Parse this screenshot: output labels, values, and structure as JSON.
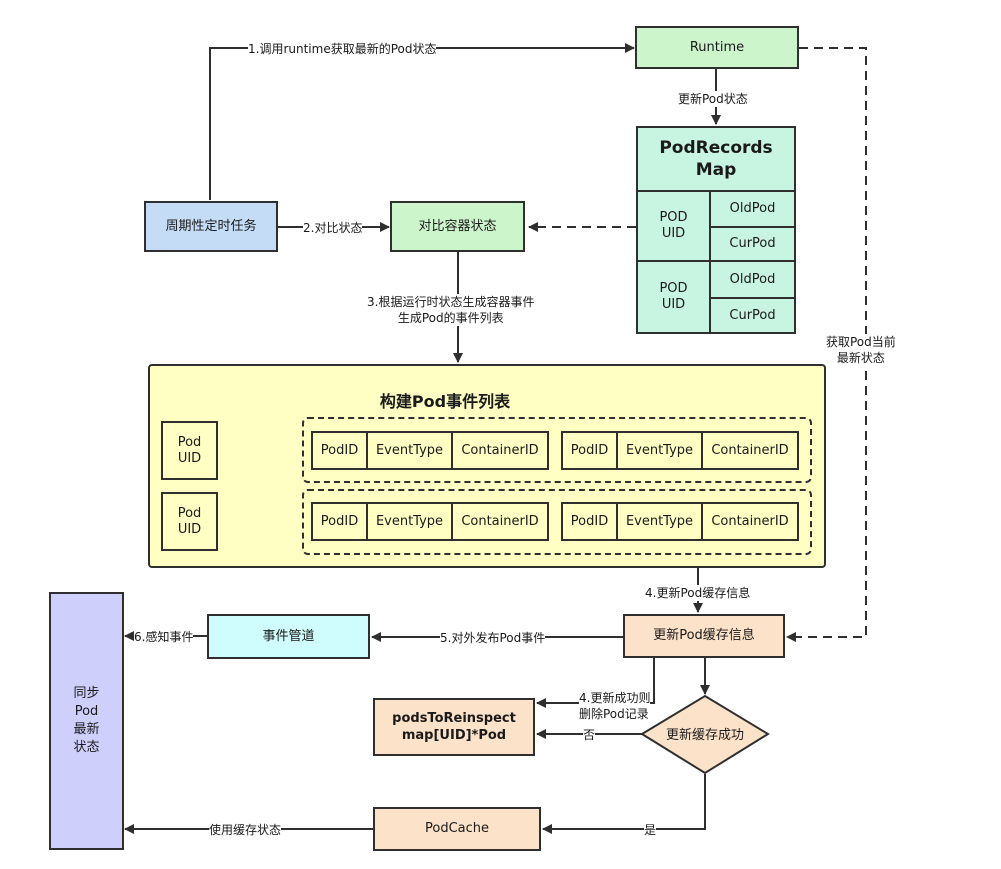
{
  "nodes": {
    "runtime": "Runtime",
    "podrecords_title": "PodRecords\nMap",
    "pod_uid": "POD\nUID",
    "old_pod": "OldPod",
    "cur_pod": "CurPod",
    "periodic_task": "周期性定时任务",
    "compare_state": "对比容器状态",
    "build_title": "构建Pod事件列表",
    "pod_uid_small": "Pod\nUID",
    "pod_id": "PodID",
    "event_type": "EventType",
    "container_id": "ContainerID",
    "event_channel": "事件管道",
    "update_cache": "更新Pod缓存信息",
    "sync_state": "同步\nPod\n最新\n状态",
    "pods_to_reinspect": "podsToReinspect\nmap[UID]*Pod",
    "update_success": "更新缓存成功",
    "pod_cache": "PodCache"
  },
  "edges": {
    "e1": "1.调用runtime获取最新的Pod状态",
    "e_update_pod_state": "更新Pod状态",
    "e2": "2.对比状态",
    "e3": "3.根据运行时状态生成容器事件\n生成Pod的事件列表",
    "e4a": "4.更新Pod缓存信息",
    "e_get_pod": "获取Pod当前\n最新状态",
    "e5": "5.对外发布Pod事件",
    "e6": "6.感知事件",
    "e4b": "4.更新成功则\n删除Pod记录",
    "e_no": "否",
    "e_yes": "是",
    "e_use_cache": "使用缓存状态"
  }
}
